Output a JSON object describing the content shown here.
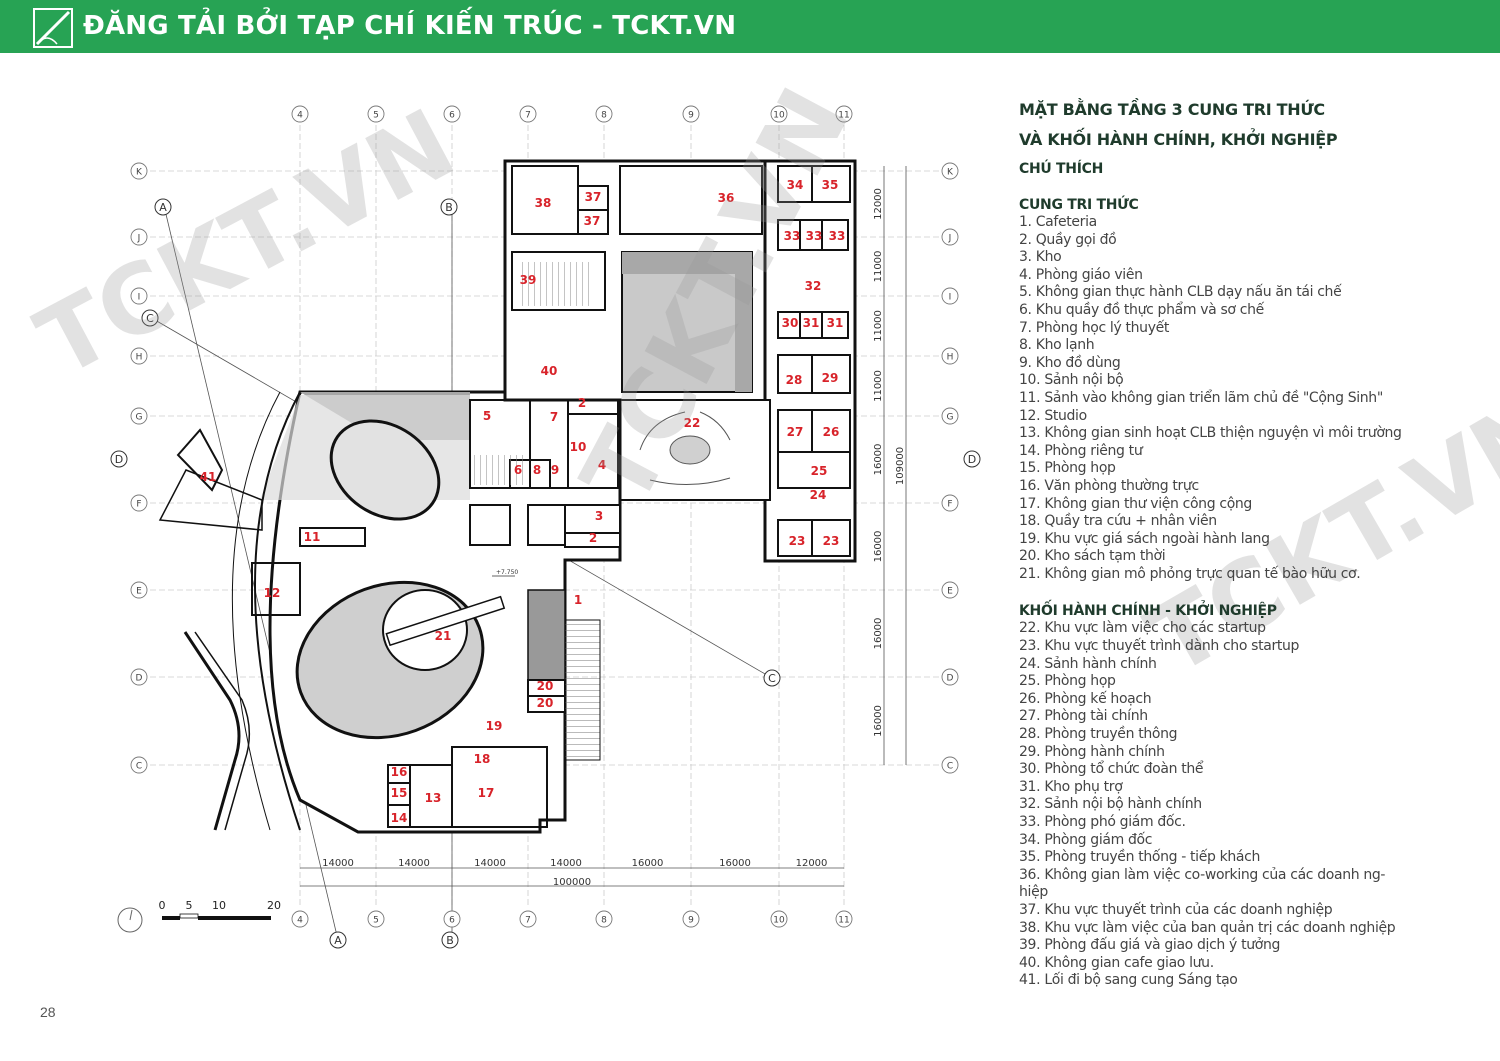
{
  "banner": {
    "title": "ĐĂNG TẢI BỞI TẠP CHÍ KIẾN TRÚC - TCKT.VN",
    "background": "#27a354",
    "logo_icon": "tckt-logo-icon"
  },
  "watermark": "TCKT.VN",
  "plan": {
    "grid_columns": [
      "4",
      "5",
      "6",
      "7",
      "8",
      "9",
      "10",
      "11"
    ],
    "grid_rows": [
      "K",
      "J",
      "I",
      "H",
      "G",
      "F",
      "E",
      "D",
      "C"
    ],
    "section_markers": [
      "A",
      "B",
      "C",
      "D"
    ],
    "dims_horizontal": [
      "14000",
      "14000",
      "14000",
      "14000",
      "16000",
      "16000",
      "12000"
    ],
    "dim_total_horizontal": "100000",
    "dims_vertical": [
      "12000",
      "11000",
      "11000",
      "11000",
      "16000",
      "16000",
      "16000",
      "16000"
    ],
    "dim_total_vertical": "109000",
    "elevation_label": "+7.750",
    "scale_bar": {
      "labels": [
        "0",
        "5",
        "10",
        "20"
      ]
    },
    "room_labels": {
      "r1": "1",
      "r2a": "2",
      "r2b": "2",
      "r3": "3",
      "r4": "4",
      "r5": "5",
      "r6": "6",
      "r7": "7",
      "r8": "8",
      "r9": "9",
      "r10": "10",
      "r11": "11",
      "r12": "12",
      "r13": "13",
      "r14": "14",
      "r15": "15",
      "r16": "16",
      "r17": "17",
      "r18": "18",
      "r19": "19",
      "r20a": "20",
      "r20b": "20",
      "r21": "21",
      "r22": "22",
      "r23a": "23",
      "r23b": "23",
      "r24": "24",
      "r25": "25",
      "r26": "26",
      "r27": "27",
      "r28": "28",
      "r29": "29",
      "r30": "30",
      "r31a": "31",
      "r31b": "31",
      "r32": "32",
      "r33a": "33",
      "r33b": "33",
      "r33c": "33",
      "r34": "34",
      "r35": "35",
      "r36": "36",
      "r37a": "37",
      "r37b": "37",
      "r38": "38",
      "r39": "39",
      "r40": "40",
      "r41": "41"
    },
    "label_color": "#d8232a"
  },
  "legend": {
    "title_line1": "MẶT BẰNG TẦNG 3 CUNG TRI THỨC",
    "title_line2": "VÀ KHỐI HÀNH CHÍNH, KHỞI NGHIỆP",
    "subtitle": "CHÚ THÍCH",
    "groups": [
      {
        "heading": "CUNG TRI THỨC",
        "items": [
          "1. Cafeteria",
          "2. Quầy gọi đồ",
          "3. Kho",
          "4. Phòng giáo viên",
          "5. Không gian thực hành CLB dạy nấu ăn tái chế",
          "6. Khu quầy đồ thực phẩm và sơ chế",
          "7. Phòng học lý thuyết",
          "8. Kho lạnh",
          "9. Kho đồ dùng",
          "10. Sảnh nội bộ",
          "11. Sảnh vào không gian triển lãm chủ đề \"Cộng Sinh\"",
          "12. Studio",
          "13. Không gian sinh hoạt CLB thiện nguyện vì môi trường",
          "14. Phòng riêng tư",
          "15. Phòng họp",
          "16. Văn phòng thường trực",
          "17. Không gian thư viện công cộng",
          "18. Quầy tra cứu + nhân viên",
          "19. Khu vực giá sách ngoài hành lang",
          "20. Kho sách tạm thời",
          "21. Không gian mô phỏng trực quan tế bào hữu cơ."
        ]
      },
      {
        "heading": "KHỐI HÀNH CHÍNH - KHỞI NGHIỆP",
        "items": [
          "22. Khu vực làm việc cho các startup",
          "23. Khu vực thuyết trình dành cho startup",
          "24. Sảnh hành chính",
          "25. Phòng họp",
          "26. Phòng kế hoạch",
          "27. Phòng tài chính",
          "28. Phòng truyền thông",
          "29. Phòng hành chính",
          "30. Phòng tổ chức đoàn thể",
          "31. Kho phụ trợ",
          "32. Sảnh nội bộ hành chính",
          "33. Phòng phó giám đốc.",
          "34. Phòng giám đốc",
          "35. Phòng truyền thống - tiếp khách",
          "36. Không gian làm việc co-working của các doanh ng-",
          "hiệp",
          "37.  Khu vực thuyết trình của các doanh nghiệp",
          "38. Khu vực làm việc của ban quản trị các doanh nghiệp",
          "39. Phòng đấu giá và giao dịch ý tưởng",
          "40. Không gian cafe giao lưu.",
          "41. Lối đi bộ sang cung Sáng tạo"
        ]
      }
    ]
  },
  "page_number": "28"
}
